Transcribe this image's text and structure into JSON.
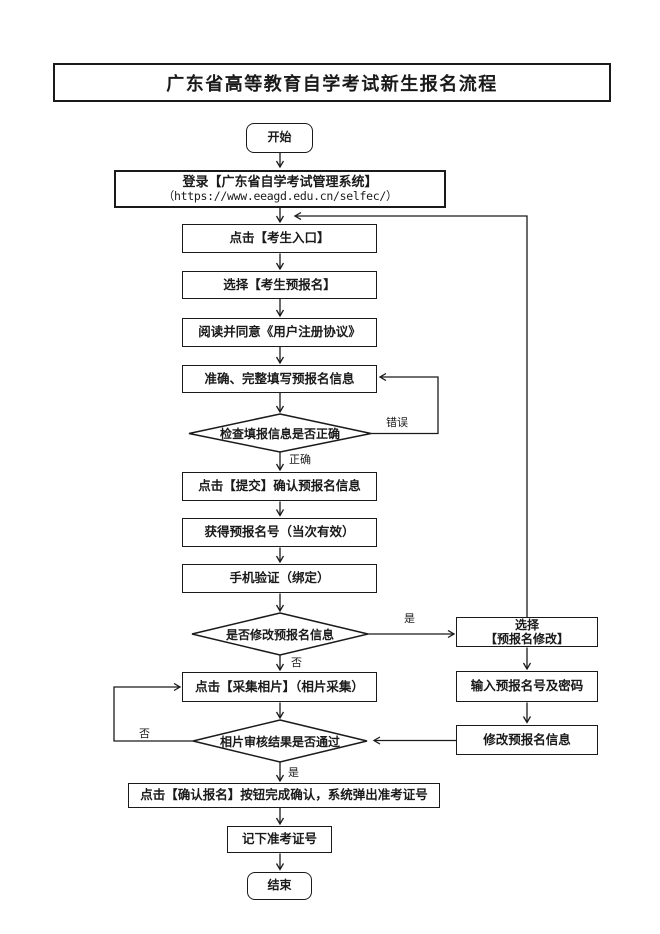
{
  "title": "广东省高等教育自学考试新生报名流程",
  "nodes": {
    "start": "开始",
    "login_line1": "登录【广东省自学考试管理系统】",
    "login_line2": "（https://www.eeagd.edu.cn/selfec/）",
    "click_entrance": "点击【考生入口】",
    "select_preregistration": "选择【考生预报名】",
    "agree_agreement": "阅读并同意《用户注册协议》",
    "fill_info": "准确、完整填写预报名信息",
    "check_info": "检查填报信息是否正确",
    "submit_confirm": "点击【提交】确认预报名信息",
    "get_prereg_number": "获得预报名号（当次有效）",
    "phone_verify": "手机验证（绑定）",
    "modify_decision": "是否修改预报名信息",
    "select_modify_line1": "选择",
    "select_modify_line2": "【预报名修改】",
    "enter_number_password": "输入预报名号及密码",
    "modify_info": "修改预报名信息",
    "collect_photo": "点击【采集相片】（相片采集）",
    "photo_review": "相片审核结果是否通过",
    "confirm_registration": "点击【确认报名】按钮完成确认，系统弹出准考证号",
    "note_ticket_number": "记下准考证号",
    "end": "结束"
  },
  "edge_labels": {
    "correct": "正确",
    "error": "错误",
    "yes_modify": "是",
    "no_modify": "否",
    "no_photo": "否",
    "yes_photo": "是"
  },
  "colors": {
    "line": "#1a1a1a",
    "background": "#ffffff"
  }
}
